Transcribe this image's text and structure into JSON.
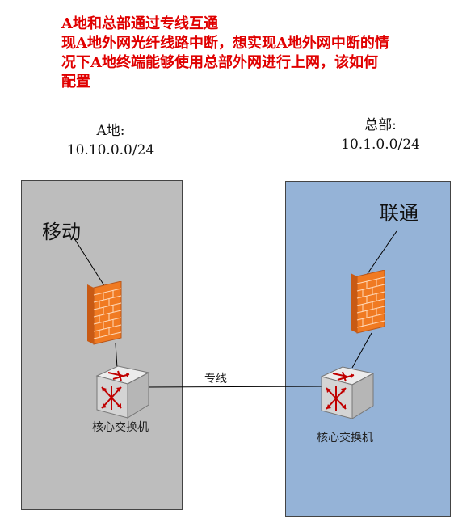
{
  "question": {
    "lines": [
      "A地和总部通过专线互通",
      "现A地外网光纤线路中断，想实现A地外网中断的情",
      "况下A地终端能够使用总部外网进行上网，该如何",
      "配置"
    ]
  },
  "site_a": {
    "name": "A地:",
    "subnet": "10.10.0.0/24",
    "isp": "移动",
    "switch_label": "核心交换机"
  },
  "hq": {
    "name": "总部:",
    "subnet": "10.1.0.0/24",
    "isp": "联通",
    "switch_label": "核心交换机"
  },
  "link_label": "专线",
  "colors": {
    "question_text": "#e00000",
    "site_a_bg": "#bdbdbd",
    "hq_bg": "#95b3d7",
    "firewall_orange": "#f07a22",
    "switch_grey": "#d4d4d4",
    "switch_arrows": "#c00000"
  },
  "icons": [
    "firewall-icon",
    "core-switch-icon"
  ]
}
